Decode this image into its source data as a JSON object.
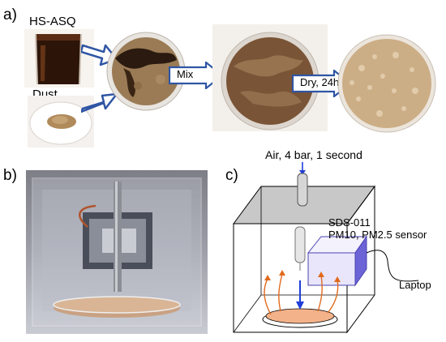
{
  "panel_a": {
    "label": "a)",
    "ingredient_1": "HS-ASQ",
    "ingredient_2": "Dust",
    "step_1": "Mix",
    "step_2": "Dry, 24h"
  },
  "panel_b": {
    "label": "b)"
  },
  "panel_c": {
    "label": "c)",
    "air_label": "Air, 4 bar, 1 second",
    "sensor_label_line1": "SDS-011",
    "sensor_label_line2": "PM10, PM2.5 sensor",
    "laptop_label": "Laptop"
  },
  "colors": {
    "arrow_outline": "#2f55a4",
    "blue_arrow": "#1f3fd8",
    "particle_arrows": "#e06a1e",
    "sensor_fill": "#e9e6fb",
    "sensor_side": "#6b63d6",
    "dust_sample": "#f4b28a"
  }
}
